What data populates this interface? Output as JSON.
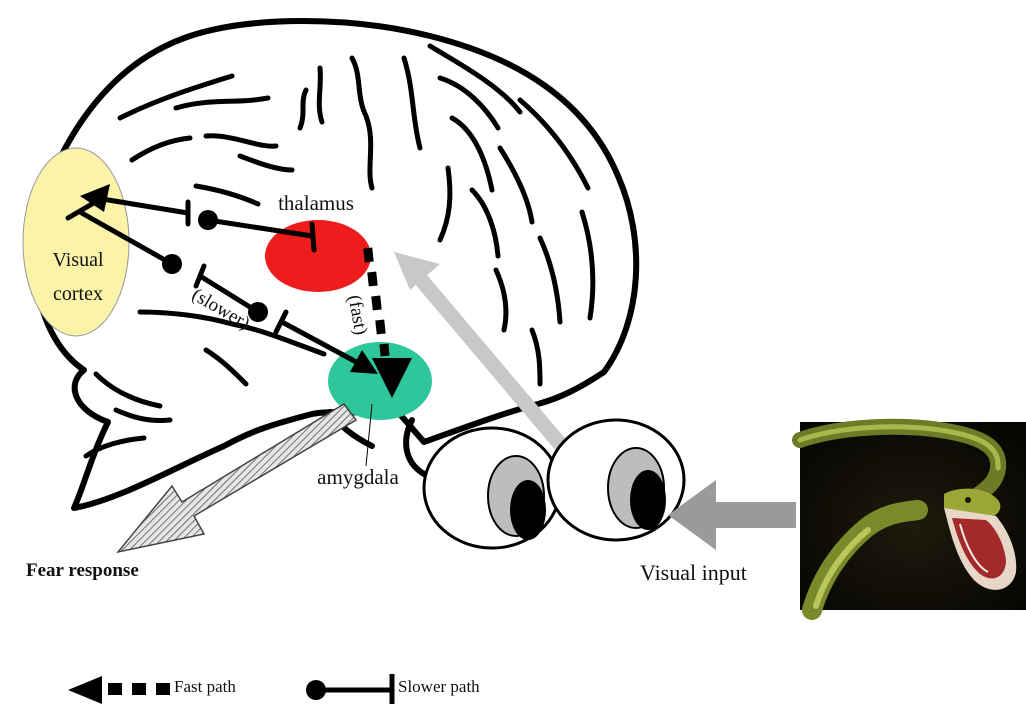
{
  "labels": {
    "visual_cortex_line1": "Visual",
    "visual_cortex_line2": "cortex",
    "thalamus": "thalamus",
    "amygdala": "amygdala",
    "slower": "(slower)",
    "fast": "(fast)",
    "fear_response": "Fear response",
    "visual_input": "Visual input"
  },
  "legend": {
    "fast_path": "Fast path",
    "slower_path": "Slower path"
  },
  "colors": {
    "visual_cortex": "#fbf3a8",
    "thalamus": "#ee1c1c",
    "amygdala": "#2ec69b",
    "visual_input_arrow": "#9a9a9a",
    "eye_to_thalamus_arrow": "#c8c8c8",
    "fear_arrow": "#b5b5b5"
  },
  "icons": {
    "snake": "snake-photo",
    "eyes": "eyes-icon"
  }
}
